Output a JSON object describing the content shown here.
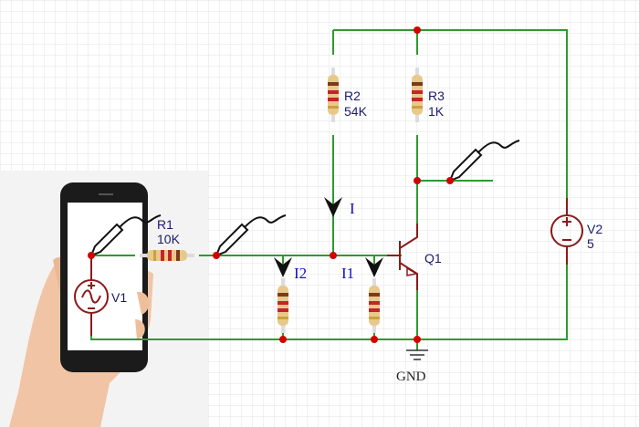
{
  "components": {
    "r1": {
      "name": "R1",
      "value": "10K"
    },
    "r2": {
      "name": "R2",
      "value": "54K"
    },
    "r3": {
      "name": "R3",
      "value": "1K"
    },
    "v1": {
      "name": "V1"
    },
    "v2": {
      "name": "V2",
      "value": "5"
    },
    "q1": {
      "name": "Q1"
    },
    "gnd": {
      "name": "GND"
    }
  },
  "currents": {
    "i": "I",
    "i1": "I1",
    "i2": "I2"
  },
  "colors": {
    "wire": "#2f9a2f",
    "node": "#d40000",
    "symbol": "#8b1a1a",
    "label": "#1a1a6e",
    "current": "#1010c0"
  }
}
